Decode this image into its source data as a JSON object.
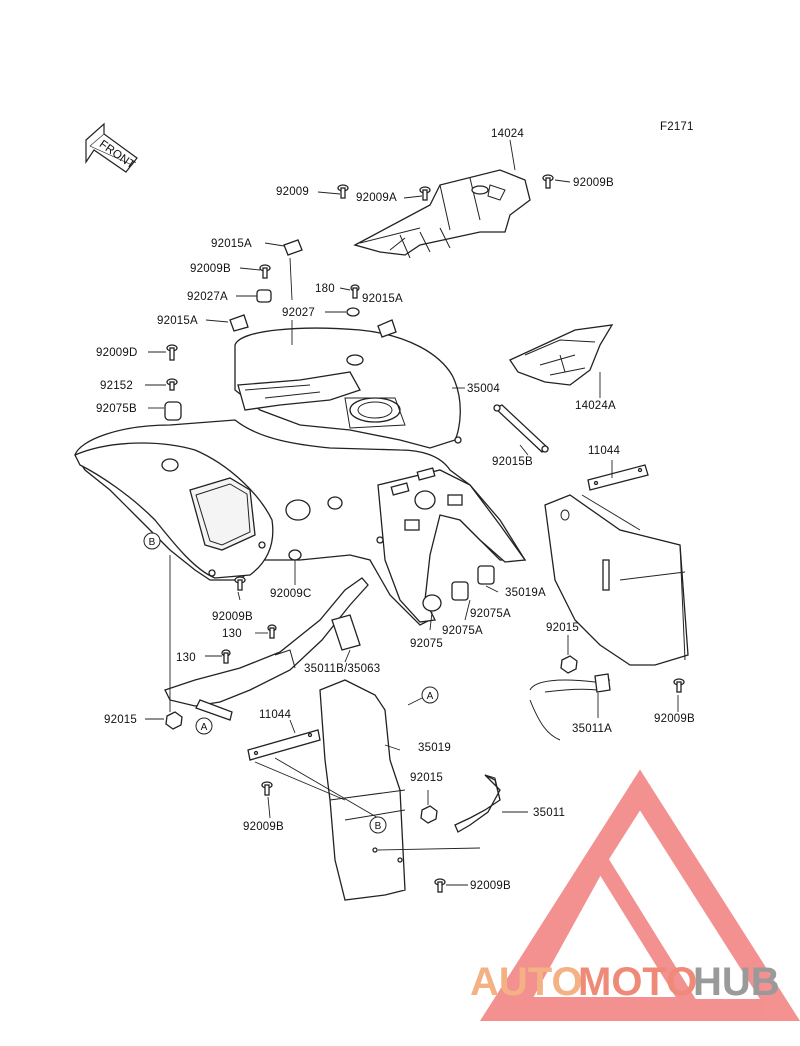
{
  "figure_code": "F2171",
  "front_arrow_label": "FRONT",
  "callouts": [
    "A",
    "B"
  ],
  "labels": {
    "l14024": "14024",
    "l92009_top": "92009",
    "l92009A": "92009A",
    "l92009B_top": "92009B",
    "l92015A_1": "92015A",
    "l92009B_2": "92009B",
    "l180": "180",
    "l92015A_2": "92015A",
    "l92027A": "92027A",
    "l92027": "92027",
    "l92015A_3": "92015A",
    "l92009D": "92009D",
    "l92152": "92152",
    "l35004": "35004",
    "l92075B": "92075B",
    "l14024A": "14024A",
    "l92015B": "92015B",
    "l11044_r": "11044",
    "l92009C": "92009C",
    "l35019A": "35019A",
    "l92009B_l": "92009B",
    "l92075A_1": "92075A",
    "l130_1": "130",
    "l92075A_2": "92075A",
    "l92075": "92075",
    "l130_2": "130",
    "l35011B": "35011B/35063",
    "l92015_r": "92015",
    "l35011A": "35011A",
    "l92009B_r": "92009B",
    "l92015_l": "92015",
    "l11044_l": "11044",
    "l35019": "35019",
    "l92015_c": "92015",
    "l35011": "35011",
    "l92009B_bl": "92009B",
    "l92009B_bc": "92009B"
  },
  "watermark": {
    "part1": "AUTO",
    "part2": "MOTO",
    "part3": "HUB",
    "colors": {
      "auto": "#f4b183",
      "moto": "#f08a78",
      "hub": "#9a9a9a",
      "triangle": "#f06c6c"
    }
  }
}
